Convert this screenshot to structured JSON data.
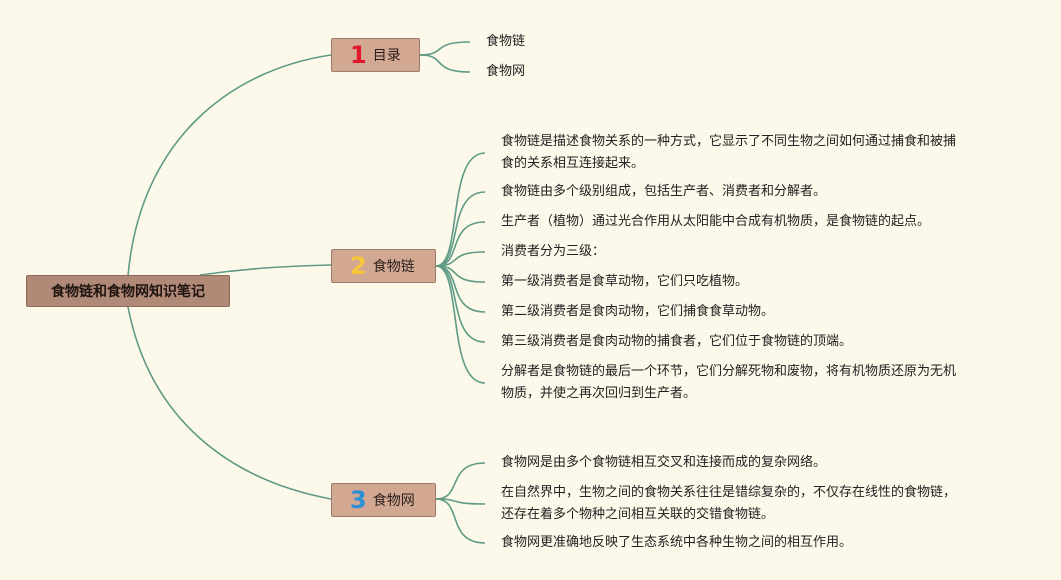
{
  "root": {
    "label": "食物链和食物网知识笔记"
  },
  "topics": [
    {
      "number": "1",
      "number_color": "#e0192c",
      "label": "目录",
      "items": [
        {
          "lines": [
            "食物链"
          ]
        },
        {
          "lines": [
            "食物网"
          ]
        }
      ]
    },
    {
      "number": "2",
      "number_color": "#f5c53a",
      "label": "食物链",
      "items": [
        {
          "lines": [
            "食物链是描述食物关系的一种方式，它显示了不同生物之间如何通过捕食和被捕",
            "食的关系相互连接起来。"
          ]
        },
        {
          "lines": [
            "食物链由多个级别组成，包括生产者、消费者和分解者。"
          ]
        },
        {
          "lines": [
            "生产者（植物）通过光合作用从太阳能中合成有机物质，是食物链的起点。"
          ]
        },
        {
          "lines": [
            "消费者分为三级："
          ]
        },
        {
          "lines": [
            "第一级消费者是食草动物，它们只吃植物。"
          ]
        },
        {
          "lines": [
            "第二级消费者是食肉动物，它们捕食食草动物。"
          ]
        },
        {
          "lines": [
            "第三级消费者是食肉动物的捕食者，它们位于食物链的顶端。"
          ]
        },
        {
          "lines": [
            "分解者是食物链的最后一个环节，它们分解死物和废物，将有机物质还原为无机",
            "物质，并使之再次回归到生产者。"
          ]
        }
      ]
    },
    {
      "number": "3",
      "number_color": "#2f8fd6",
      "label": "食物网",
      "items": [
        {
          "lines": [
            "食物网是由多个食物链相互交叉和连接而成的复杂网络。"
          ]
        },
        {
          "lines": [
            "在自然界中，生物之间的食物关系往往是错综复杂的，不仅存在线性的食物链，",
            "还存在着多个物种之间相互关联的交错食物链。"
          ]
        },
        {
          "lines": [
            "食物网更准确地反映了生态系统中各种生物之间的相互作用。"
          ]
        }
      ]
    }
  ],
  "colors": {
    "link": "#5e9a86"
  }
}
